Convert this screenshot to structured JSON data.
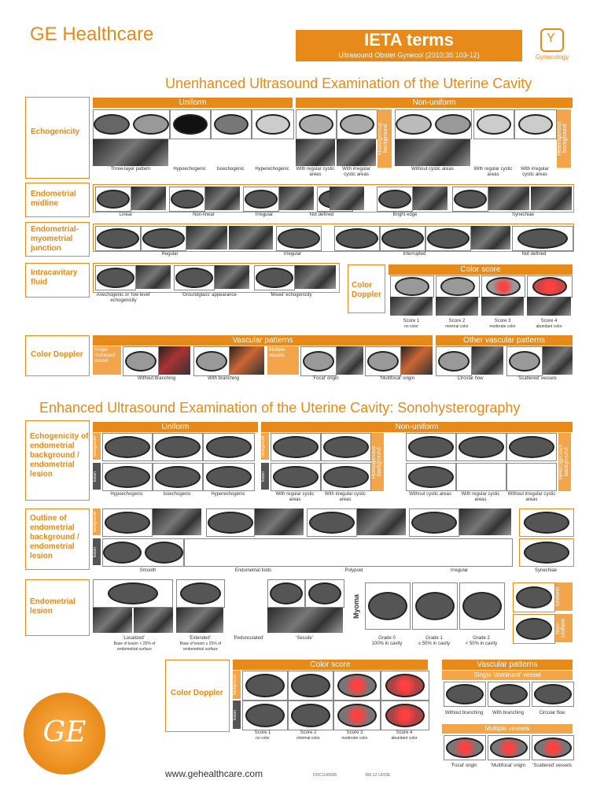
{
  "header": {
    "brand": "GE Healthcare",
    "title": "IETA terms",
    "citation": "Ultrasound Obstet Gynecol (2010;35:103-12)",
    "logo_label": "Gynecology"
  },
  "section1": {
    "title": "Unenhanced Ultrasound Examination of the Uterine Cavity",
    "echogenicity": {
      "label": "Echogenicity",
      "uniform": "Uniform",
      "non_uniform": "Non-uniform",
      "homogeneous": "Homogenous background",
      "heterogeneous": "Heterogenous background",
      "captions": [
        "Three-layer pattern",
        "Hypoechogenic",
        "Isoechogenic",
        "Hyperechogenic",
        "With regular cystic areas",
        "With irregular cystic areas",
        "Without cystic areas",
        "With regular cystic areas",
        "With irregular cystic areas"
      ]
    },
    "midline": {
      "label": "Endometrial midline",
      "captions": [
        "Linear",
        "Non-linear",
        "Irregular",
        "Not defined",
        "Bright edge",
        "Synechiae"
      ]
    },
    "junction": {
      "label": "Endometrial-myometrial junction",
      "captions": [
        "Regular",
        "Irregular",
        "Interrupted",
        "Not defined"
      ]
    },
    "fluid": {
      "label": "Intracavitary fluid",
      "captions": [
        "Anechogenic or 'low level' echogenicity",
        "'Groundglass' appearance",
        "'Mixed' echogenicity"
      ]
    },
    "color_doppler_score": {
      "label": "Color Doppler",
      "band": "Color score",
      "scores": [
        "Score 1",
        "Score 2",
        "Score 3",
        "Score 4"
      ],
      "subs": [
        "no color",
        "minimal color",
        "moderate color",
        "abundant color"
      ]
    },
    "vascular": {
      "label": "Color Doppler",
      "band": "Vascular patterns",
      "other_band": "Other vascular patterns",
      "single": "Single 'dominant' vessel",
      "multiple": "Multiple vessels",
      "captions": [
        "Without branching",
        "With branching",
        "'Focal' origin",
        "'Multifocal' origin",
        "Circular flow",
        "'Scattered' vessels"
      ]
    }
  },
  "section2": {
    "title": "Enhanced Ultrasound Examination of the Uterine Cavity: Sonohysterography",
    "echogenicity": {
      "label": "Echogenicity of endometrial background / endometrial lesion",
      "uniform": "Uniform",
      "non_uniform": "Non-uniform",
      "background": "background",
      "lesion": "lesion",
      "homogeneous": "Homogenous background",
      "heterogeneous": "Heterogenous background",
      "captions": [
        "Hypoechogenic",
        "Isoechogenic",
        "Hyperechogenic",
        "With regular cystic areas",
        "With irregular cystic areas",
        "Without cystic areas",
        "With regular cystic areas",
        "Without irregular cystic areas"
      ]
    },
    "outline": {
      "label": "Outline of endometrial background / endometrial lesion",
      "captions": [
        "Smooth",
        "Endometrial folds",
        "Polypoid",
        "Irregular",
        "Synechiae"
      ]
    },
    "lesion": {
      "label": "Endometrial lesion",
      "captions": [
        "'Localized'",
        "'Extended'",
        "'Pedunculated'",
        "'Sessile'"
      ],
      "notes": [
        "Base of lesion < 25% of endometrial surface",
        "Base of lesion ≥ 25% of endometrial surface"
      ],
      "myoma": "Myoma",
      "grades": [
        "Grade 0",
        "Grade 1",
        "Grade 2"
      ],
      "grade_notes": [
        "100% in cavity",
        "≥ 50% in cavity",
        "< 50% in cavity"
      ],
      "uniform": "Uniform",
      "non_uniform": "Non-Uniform"
    },
    "color": {
      "label": "Color Doppler",
      "band": "Color score",
      "scores": [
        "Score 1",
        "Score 2",
        "Score 3",
        "Score 4"
      ],
      "subs": [
        "no color",
        "minimal color",
        "moderate color",
        "abundant color"
      ],
      "vascular_band": "Vascular patterns",
      "single_band": "Single 'dominant' vessel",
      "multiple_band": "Multiple vessels",
      "single_caps": [
        "Without branching",
        "With branching",
        "Circular flow"
      ],
      "multiple_caps": [
        "'Focal' origin",
        "'Multifocal' origin",
        "'Scattered' vessels"
      ]
    }
  },
  "footer": {
    "url": "www.gehealthcare.com",
    "code1": "DOC1145595",
    "code2": "300-12-U015E",
    "logo_text": "GE"
  }
}
